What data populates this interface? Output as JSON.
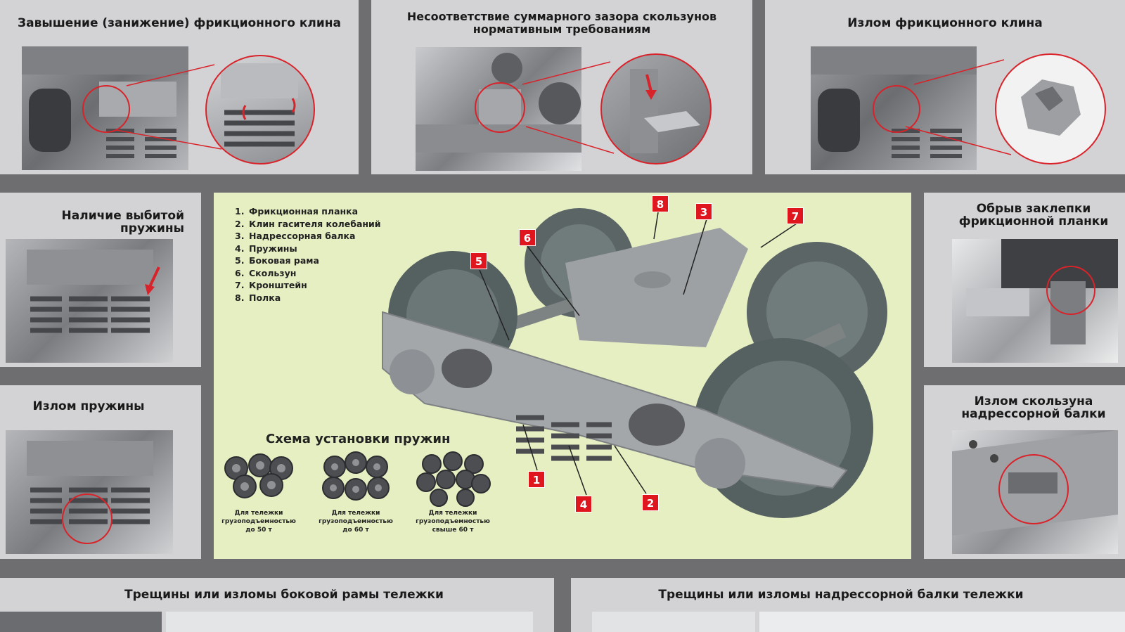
{
  "panels": {
    "wedge_height": {
      "title": "Завышение (занижение) фрикционного клина"
    },
    "slider_gap": {
      "title": "Несоответствие суммарного зазора скользунов\nнормативным требованиям"
    },
    "wedge_break": {
      "title": "Излом фрикционного клина"
    },
    "spring_knocked": {
      "title": "Наличие выбитой пружины"
    },
    "spring_break": {
      "title": "Излом пружины"
    },
    "rivet_break": {
      "title": "Обрыв заклепки\nфрикционной планки"
    },
    "slider_break": {
      "title": "Излом скользуна\nнадрессорной балки"
    },
    "side_frame_cracks": {
      "title": "Трещины или изломы боковой рамы тележки"
    },
    "bolster_cracks": {
      "title": "Трещины или изломы надрессорной балки тележки"
    }
  },
  "legend": [
    {
      "num": "1.",
      "label": "Фрикционная планка"
    },
    {
      "num": "2.",
      "label": "Клин гасителя колебаний"
    },
    {
      "num": "3.",
      "label": "Надрессорная балка"
    },
    {
      "num": "4.",
      "label": "Пружины"
    },
    {
      "num": "5.",
      "label": "Боковая рама"
    },
    {
      "num": "6.",
      "label": "Скользун"
    },
    {
      "num": "7.",
      "label": "Кронштейн"
    },
    {
      "num": "8.",
      "label": "Полка"
    }
  ],
  "badges": [
    "1",
    "2",
    "3",
    "4",
    "5",
    "6",
    "7",
    "8"
  ],
  "schema": {
    "title": "Схема установки пружин",
    "groups": [
      {
        "caption": "Для тележки\nгрузоподъемностью\nдо 50 т"
      },
      {
        "caption": "Для тележки\nгрузоподъемностью\nдо 60 т"
      },
      {
        "caption": "Для тележки\nгрузоподъемностью\nсвыше 60 т"
      }
    ]
  },
  "colors": {
    "accent": "#d8232a",
    "badge": "#e0161f",
    "panel": "#d3d3d5",
    "center_bg": "#e6efc2",
    "gutter": "#6e6e70"
  }
}
